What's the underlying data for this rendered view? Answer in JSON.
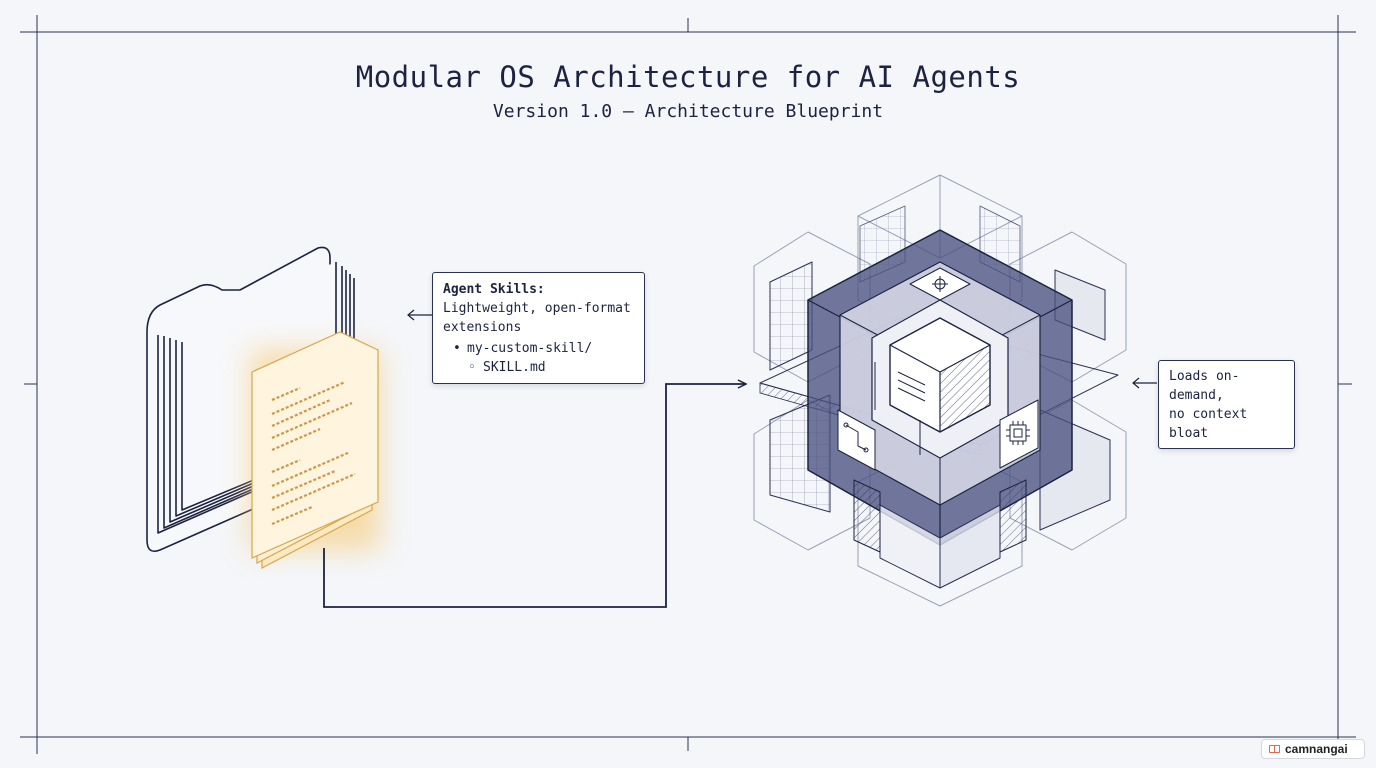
{
  "header": {
    "title": "Modular OS Architecture for AI Agents",
    "subtitle": "Version 1.0 – Architecture Blueprint"
  },
  "skills_callout": {
    "label_bold": "Agent Skills:",
    "label_rest": " Lightweight, open-format extensions",
    "items": [
      {
        "text": "my-custom-skill/",
        "level": 1
      },
      {
        "text": "SKILL.md",
        "level": 2
      }
    ]
  },
  "ondemand_callout": {
    "line1": "Loads on-demand,",
    "line2": "no context bloat"
  },
  "watermark": {
    "text": "camnangai"
  },
  "colors": {
    "background": "#f4f6f9",
    "ink": "#1c2340",
    "accent_navy": "#4a5180",
    "document_gold": "#f5c66a"
  },
  "icons": [
    "folder-icon",
    "skill-document-icon",
    "modular-cube-icon",
    "cpu-chip-icon",
    "gear-icon",
    "arrow-left-icon",
    "arrow-right-icon"
  ]
}
